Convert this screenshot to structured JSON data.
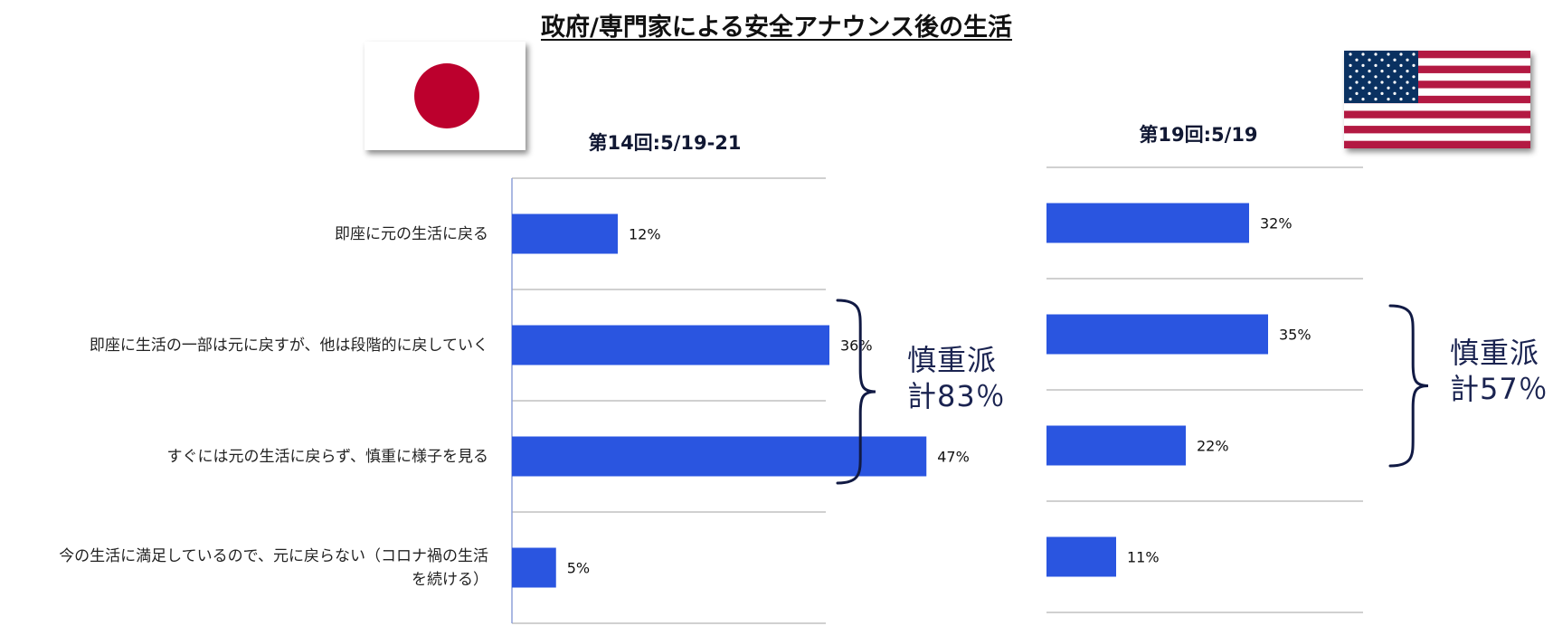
{
  "title": "政府/専門家による安全アナウンス後の生活",
  "colors": {
    "bar": "#2a55e0",
    "grid": "#a0a0a0",
    "axis": "#8ea0d8",
    "bracket": "#111a44"
  },
  "flags": {
    "left": "japan-flag",
    "right": "us-flag"
  },
  "annotations": {
    "left": {
      "line1": "慎重派",
      "line2": "計83％"
    },
    "right": {
      "line1": "慎重派",
      "line2": "計57％"
    }
  },
  "chart_data": [
    {
      "type": "bar",
      "orientation": "horizontal",
      "title": "第14回:5/19-21",
      "categories": [
        "即座に元の生活に戻る",
        "即座に生活の一部は元に戻すが、他は段階的に戻していく",
        "すぐには元の生活に戻らず、慎重に様子を見る",
        "今の生活に満足しているので、元に戻らない（コロナ禍の生活を続ける）"
      ],
      "category_lines": [
        [
          "即座に元の生活に戻る"
        ],
        [
          "即座に生活の一部は元に戻すが、他は段階的に戻していく"
        ],
        [
          "すぐには元の生活に戻らず、慎重に様子を見る"
        ],
        [
          "今の生活に満足しているので、元に戻らない（コロナ禍の生活",
          "を続ける）"
        ]
      ],
      "values": [
        12,
        36,
        47,
        5
      ],
      "labels": [
        "12%",
        "36%",
        "47%",
        "5%"
      ],
      "xlim": [
        0,
        60
      ]
    },
    {
      "type": "bar",
      "orientation": "horizontal",
      "title": "第19回:5/19",
      "categories": [
        "即座に元の生活に戻る",
        "即座に生活の一部は元に戻すが、他は段階的に戻していく",
        "すぐには元の生活に戻らず、慎重に様子を見る",
        "今の生活に満足しているので、元に戻らない（コロナ禍の生活を続ける）"
      ],
      "values": [
        32,
        35,
        22,
        11
      ],
      "labels": [
        "32%",
        "35%",
        "22%",
        "11%"
      ],
      "xlim": [
        0,
        60
      ]
    }
  ]
}
